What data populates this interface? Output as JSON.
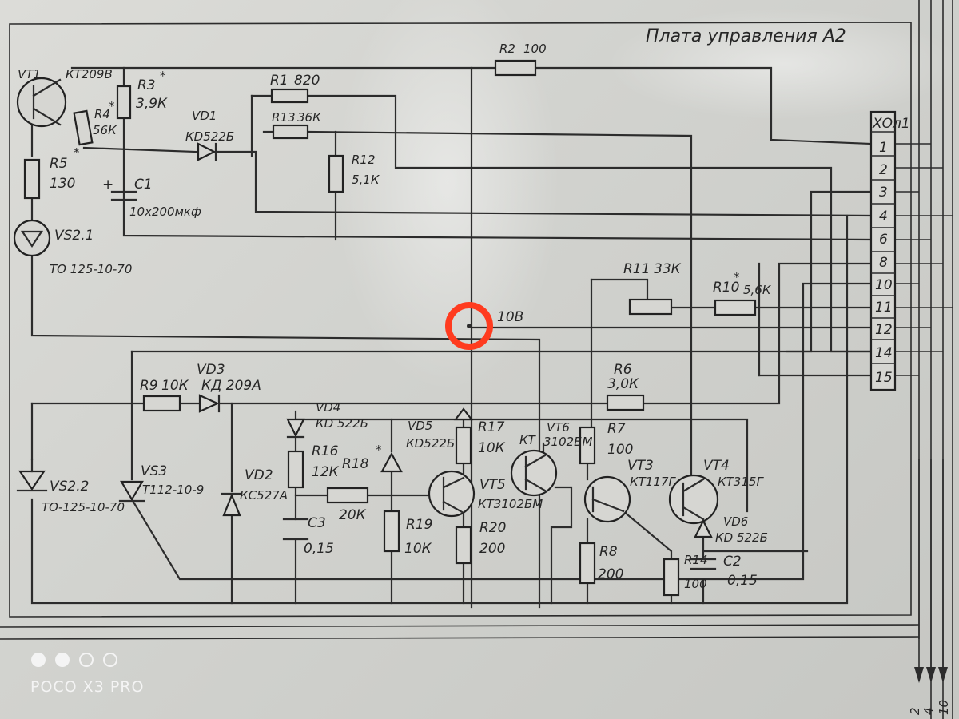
{
  "schematic": {
    "title": "Плата управления А2",
    "connector": {
      "name": "XОл1",
      "pins": [
        "1",
        "2",
        "3",
        "4",
        "6",
        "8",
        "10",
        "11",
        "12",
        "14",
        "15"
      ]
    },
    "marker_label": "10В",
    "components": {
      "vt1": {
        "ref": "VT1",
        "value": "КТ209В"
      },
      "r3": {
        "ref": "R3",
        "value": "3,9К",
        "mark": "*"
      },
      "r4": {
        "ref": "R4",
        "value": "56К",
        "mark": "*"
      },
      "r5": {
        "ref": "R5",
        "value": "130",
        "mark": "*"
      },
      "vs21": {
        "ref": "VS2.1",
        "value": "ТО 125-10-70"
      },
      "c1": {
        "ref": "C1",
        "value": "10х200мкф",
        "polarity": "+"
      },
      "vd1": {
        "ref": "VD1",
        "value": "КD522Б"
      },
      "r1": {
        "ref": "R1",
        "value": "820"
      },
      "r13": {
        "ref": "R13",
        "value": "36К"
      },
      "r12": {
        "ref": "R12",
        "value": "5,1К"
      },
      "r2": {
        "ref": "R2",
        "value": "100"
      },
      "r11": {
        "ref": "R11",
        "value": "33К"
      },
      "r10": {
        "ref": "R10",
        "value": "5,6К",
        "mark": "*"
      },
      "r9": {
        "ref": "R9",
        "value": "10К"
      },
      "vd3": {
        "ref": "VD3",
        "value": "КД 209А"
      },
      "vd4": {
        "ref": "VD4",
        "value": "КD 522Б"
      },
      "r16": {
        "ref": "R16",
        "value": "12К"
      },
      "vd2": {
        "ref": "VD2",
        "value": "КС527А"
      },
      "c3": {
        "ref": "C3",
        "value": "0,15"
      },
      "r18": {
        "ref": "R18",
        "value": "20К",
        "mark": "*"
      },
      "r19": {
        "ref": "R19",
        "value": "10К"
      },
      "vd5": {
        "ref": "VD5",
        "value": "КD522Б"
      },
      "r17": {
        "ref": "R17",
        "value": "10К"
      },
      "vt5": {
        "ref": "VT5",
        "value": "КТ3102БМ"
      },
      "r20": {
        "ref": "R20",
        "value": "200"
      },
      "vt6": {
        "ref": "VT6",
        "prefix": "КТ",
        "value": "3102БМ"
      },
      "r6": {
        "ref": "R6",
        "value": "3,0К"
      },
      "r7": {
        "ref": "R7",
        "value": "100"
      },
      "vt3": {
        "ref": "VT3",
        "value": "КТ117Г"
      },
      "r8": {
        "ref": "R8",
        "value": "200"
      },
      "vt4": {
        "ref": "VT4",
        "value": "КТ315Г"
      },
      "vd6": {
        "ref": "VD6",
        "value": "КD 522Б"
      },
      "r14": {
        "ref": "R14",
        "value": "100"
      },
      "c2": {
        "ref": "C2",
        "value": "0,15"
      },
      "vs3": {
        "ref": "VS3",
        "value": "Т112-10-9"
      },
      "vs22": {
        "ref": "VS2.2",
        "value": "ТО-125-10-70"
      }
    },
    "bottom_labels": [
      "2",
      "4",
      "10"
    ]
  },
  "camera_watermark": {
    "brand": "POCO X3 PRO",
    "dots": 4
  },
  "colors": {
    "paper": "#d2d3cf",
    "ink": "#2c2c2c",
    "marker": "#ff3b1f"
  }
}
